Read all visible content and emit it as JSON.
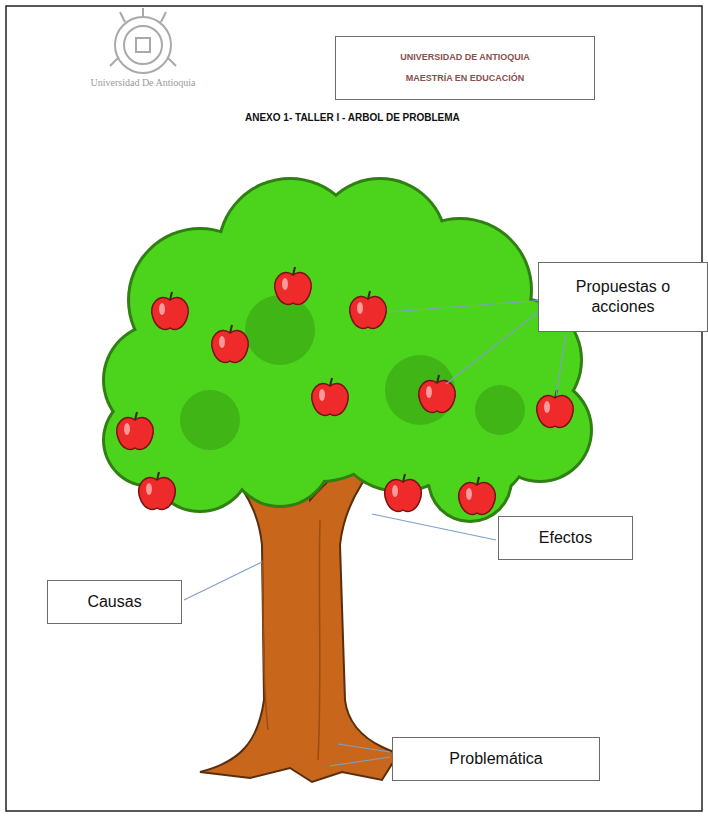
{
  "diagram": {
    "title": "ANEXO 1- TALLER I - ARBOL DE PROBLEMA",
    "nodes": [
      {
        "text": [
          "UNIVERSIDAD DE ANTIOQUIA",
          "MAESTRÍA EN EDUCACIÓN"
        ]
      },
      {
        "text": [
          "Propuestas o acciones"
        ]
      },
      {
        "text": [
          "Efectos"
        ]
      },
      {
        "text": [
          "Causas"
        ]
      },
      {
        "text": [
          "Problemática"
        ]
      }
    ],
    "labels": [
      "Universidad De Antioquia"
    ]
  }
}
